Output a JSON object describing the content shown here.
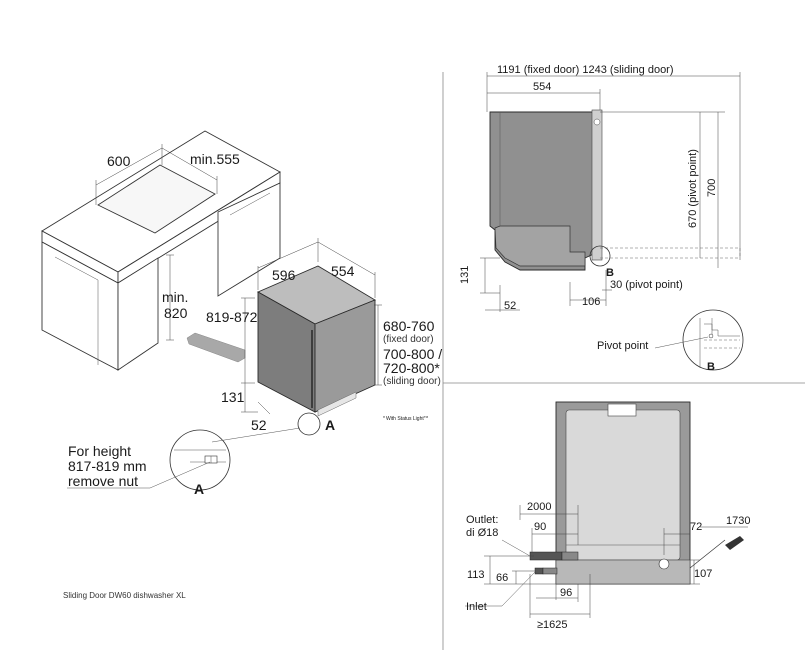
{
  "left_view": {
    "cabinet": {
      "width": "600",
      "depth": "min.555",
      "height_min": "min.",
      "height_val": "820"
    },
    "dishwasher": {
      "width": "596",
      "depth": "554",
      "height_range": "819-872",
      "door_fixed_range": "680-760",
      "door_fixed_note": "(fixed door)",
      "door_sliding_range_1": "700-800 /",
      "door_sliding_range_2": "720-800*",
      "door_sliding_note": "(sliding door)",
      "plinth": "131",
      "foot": "52",
      "callout": "A"
    },
    "footnote": "With Status Light",
    "footnote_mark": "*",
    "footnote_sup": "TM",
    "detail": {
      "line1": "For height",
      "line2": "817-819 mm",
      "line3": "remove nut",
      "label": "A"
    },
    "caption": "Sliding Door DW60 dishwasher XL"
  },
  "side_view": {
    "overall": "1191 (fixed door) 1243 (sliding door)",
    "depth": "554",
    "pivot_height": "670 (pivot point)",
    "height": "700",
    "plinth": "131",
    "foot": "52",
    "door_offset": "106",
    "pivot_depth": "30 (pivot point)",
    "callout": "B",
    "detail_label": "Pivot point",
    "detail_id": "B"
  },
  "connection_view": {
    "hose_length": "2000",
    "outlet_label_1": "Outlet:",
    "outlet_label_2": "di Ø18",
    "outlet_offset": "90",
    "cable_offset": "72",
    "cable_length": "1730",
    "inlet_height": "113",
    "outlet_height": "66",
    "plug_height": "107",
    "inlet_offset": "96",
    "inlet_label": "Inlet",
    "inlet_length": "≥1625"
  }
}
